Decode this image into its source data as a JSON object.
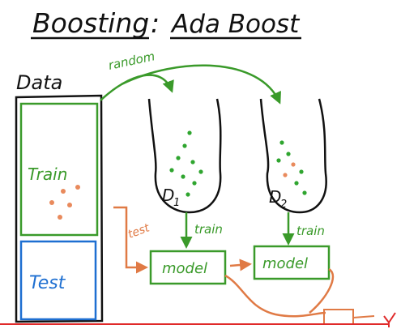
{
  "title": {
    "left": "Boosting",
    "colon": ":",
    "right": "Ada Boost"
  },
  "data_label": "Data",
  "random_label": "random",
  "train_label": "Train",
  "test_label": "Test",
  "bags": [
    {
      "main": "D",
      "sub": "1"
    },
    {
      "main": "D",
      "sub": "2"
    }
  ],
  "arrow_labels": {
    "train_1": "train",
    "train_2": "train",
    "test": "test"
  },
  "models": [
    {
      "label": "model"
    },
    {
      "label": "model"
    }
  ],
  "colors": {
    "ink": "#111111",
    "green": "#3a9a2a",
    "blue": "#1e6fd1",
    "orange": "#e07a45",
    "red": "#e02a2a",
    "dot_green": "#2fa52f",
    "dot_orange": "#e98a5c"
  }
}
